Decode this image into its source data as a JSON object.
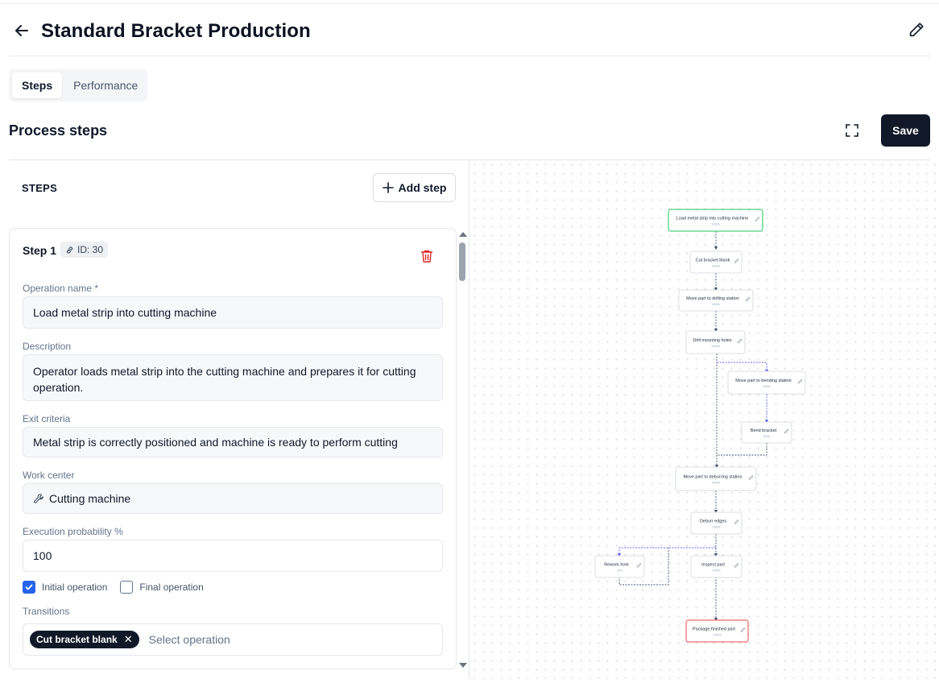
{
  "header": {
    "title": "Standard Bracket Production"
  },
  "tabs": [
    {
      "label": "Steps",
      "active": true
    },
    {
      "label": "Performance",
      "active": false
    }
  ],
  "section": {
    "title": "Process steps",
    "save_label": "Save"
  },
  "steps_panel": {
    "label": "STEPS",
    "add_step_label": "Add step",
    "step": {
      "title": "Step 1",
      "id_label": "ID: 30",
      "operation_name_label": "Operation name *",
      "operation_name": "Load metal strip into cutting machine",
      "description_label": "Description",
      "description": "Operator loads metal strip into the cutting machine and prepares it for cutting operation.",
      "exit_criteria_label": "Exit criteria",
      "exit_criteria": "Metal strip is correctly positioned and machine is ready to perform cutting",
      "work_center_label": "Work center",
      "work_center": "Cutting machine",
      "probability_label": "Execution probability %",
      "probability": "100",
      "initial_label": "Initial operation",
      "initial_checked": true,
      "final_label": "Final operation",
      "final_checked": false,
      "transitions_label": "Transitions",
      "transitions": [
        "Cut bracket blank"
      ],
      "select_placeholder": "Select operation"
    }
  },
  "flow": {
    "colors": {
      "start_border": "#22c55e",
      "end_border": "#ef4444",
      "default_border": "#d1d5db",
      "edge": "#475569",
      "branch_edge": "#6366f1"
    },
    "nodes": [
      {
        "label": "Load metal strip into cutting machine",
        "pct": "100%",
        "kind": "start"
      },
      {
        "label": "Cut bracket blank",
        "pct": "100%",
        "kind": "normal"
      },
      {
        "label": "Move part to drilling station",
        "pct": "100%",
        "kind": "normal"
      },
      {
        "label": "Drill mounting holes",
        "pct": "100%",
        "kind": "normal"
      },
      {
        "label": "Move part to bending station",
        "pct": "60%",
        "kind": "normal"
      },
      {
        "label": "Bend bracket",
        "pct": "60%",
        "kind": "normal"
      },
      {
        "label": "Move part to deburring station",
        "pct": "100%",
        "kind": "normal"
      },
      {
        "label": "Deburr edges",
        "pct": "100%",
        "kind": "normal"
      },
      {
        "label": "Rework hole",
        "pct": "8%",
        "kind": "normal"
      },
      {
        "label": "Inspect part",
        "pct": "100%",
        "kind": "normal"
      },
      {
        "label": "Package finished part",
        "pct": "100%",
        "kind": "end"
      }
    ]
  }
}
